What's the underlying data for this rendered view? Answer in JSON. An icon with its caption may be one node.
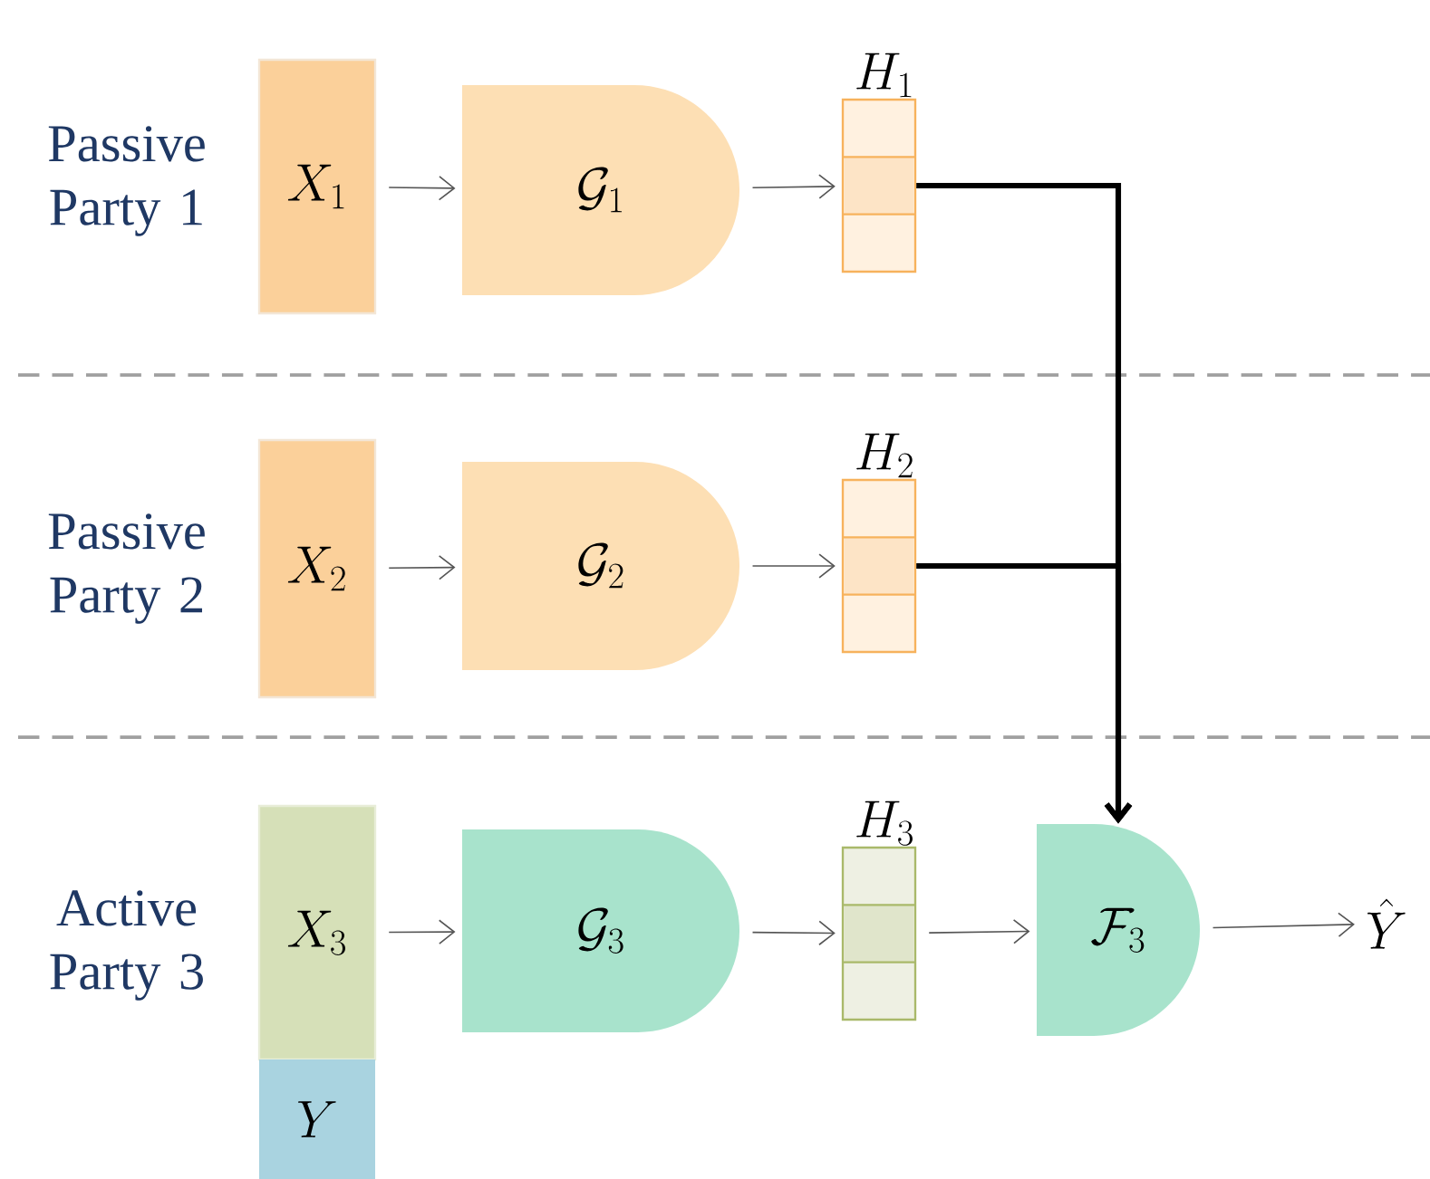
{
  "diagram": {
    "nodes": [
      {
        "text": [
          "X_1"
        ]
      },
      {
        "text": [
          "\\mathcal{G}_1"
        ]
      },
      {
        "text": [
          "H_1"
        ]
      },
      {
        "text": [
          "X_2"
        ]
      },
      {
        "text": [
          "\\mathcal{G}_2"
        ]
      },
      {
        "text": [
          "H_2"
        ]
      },
      {
        "text": [
          "X_3"
        ]
      },
      {
        "text": [
          "Y"
        ]
      },
      {
        "text": [
          "\\mathcal{G}_3"
        ]
      },
      {
        "text": [
          "H_3"
        ]
      },
      {
        "text": [
          "\\mathcal{F}_3"
        ]
      },
      {
        "text": [
          "\\hat{Y}"
        ]
      }
    ],
    "edges": [
      {
        "from": 0,
        "to": 1,
        "arrow": "to"
      },
      {
        "from": 1,
        "to": 2,
        "arrow": "to"
      },
      {
        "from": 2,
        "to": 10,
        "arrow": "to",
        "style": "thick",
        "color": "#000000"
      },
      {
        "from": 3,
        "to": 4,
        "arrow": "to"
      },
      {
        "from": 4,
        "to": 5,
        "arrow": "to"
      },
      {
        "from": 5,
        "to": 10,
        "arrow": "to",
        "style": "thick",
        "color": "#000000"
      },
      {
        "from": 6,
        "to": 8,
        "arrow": "to"
      },
      {
        "from": 8,
        "to": 9,
        "arrow": "to"
      },
      {
        "from": 9,
        "to": 10,
        "arrow": "to"
      },
      {
        "from": 10,
        "to": 11,
        "arrow": "to"
      }
    ],
    "labels": [
      "Passive Party 1",
      "Passive Party 2",
      "Active Party 3"
    ]
  }
}
